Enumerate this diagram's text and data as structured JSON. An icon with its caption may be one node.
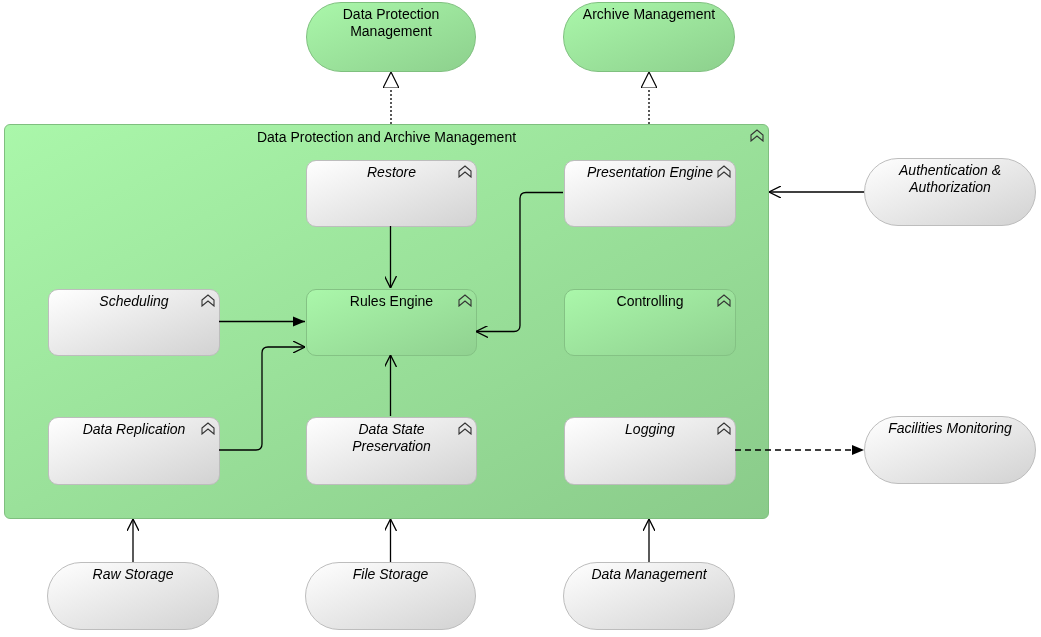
{
  "diagram": {
    "nodes": [
      {
        "text": [
          "Data Protection Management"
        ]
      },
      {
        "text": [
          "Archive Management"
        ]
      },
      {
        "text": [
          "Data Protection and Archive Management"
        ]
      },
      {
        "text": [
          "Restore"
        ],
        "in": 2
      },
      {
        "text": [
          "Presentation Engine"
        ],
        "in": 2
      },
      {
        "text": [
          "Authentication & Authorization"
        ]
      },
      {
        "text": [
          "Scheduling"
        ],
        "in": 2
      },
      {
        "text": [
          "Rules Engine"
        ],
        "in": 2
      },
      {
        "text": [
          "Controlling"
        ],
        "in": 2
      },
      {
        "text": [
          "Data Replication"
        ],
        "in": 2
      },
      {
        "text": [
          "Data State Preservation"
        ],
        "in": 2
      },
      {
        "text": [
          "Logging"
        ],
        "in": 2
      },
      {
        "text": [
          "Facilities Monitoring"
        ]
      },
      {
        "text": [
          "Raw Storage"
        ]
      },
      {
        "text": [
          "File Storage"
        ]
      },
      {
        "text": [
          "Data Management"
        ]
      }
    ],
    "edges": [
      {
        "from": 2,
        "to": 0,
        "arrow": "to",
        "style": "dashed"
      },
      {
        "from": 2,
        "to": 1,
        "arrow": "to",
        "style": "dashed"
      },
      {
        "from": 5,
        "to": 2,
        "arrow": "to"
      },
      {
        "from": 3,
        "to": 7,
        "arrow": "to"
      },
      {
        "from": 6,
        "to": 7,
        "arrow": "to"
      },
      {
        "from": 9,
        "to": 7,
        "arrow": "to"
      },
      {
        "from": 10,
        "to": 7,
        "arrow": "to"
      },
      {
        "from": 4,
        "to": 7,
        "arrow": "to"
      },
      {
        "from": 11,
        "to": 12,
        "arrow": "to",
        "style": "dashed"
      },
      {
        "from": 13,
        "to": 2,
        "arrow": "to"
      },
      {
        "from": 14,
        "to": 2,
        "arrow": "to"
      },
      {
        "from": 15,
        "to": 2,
        "arrow": "to"
      }
    ]
  }
}
